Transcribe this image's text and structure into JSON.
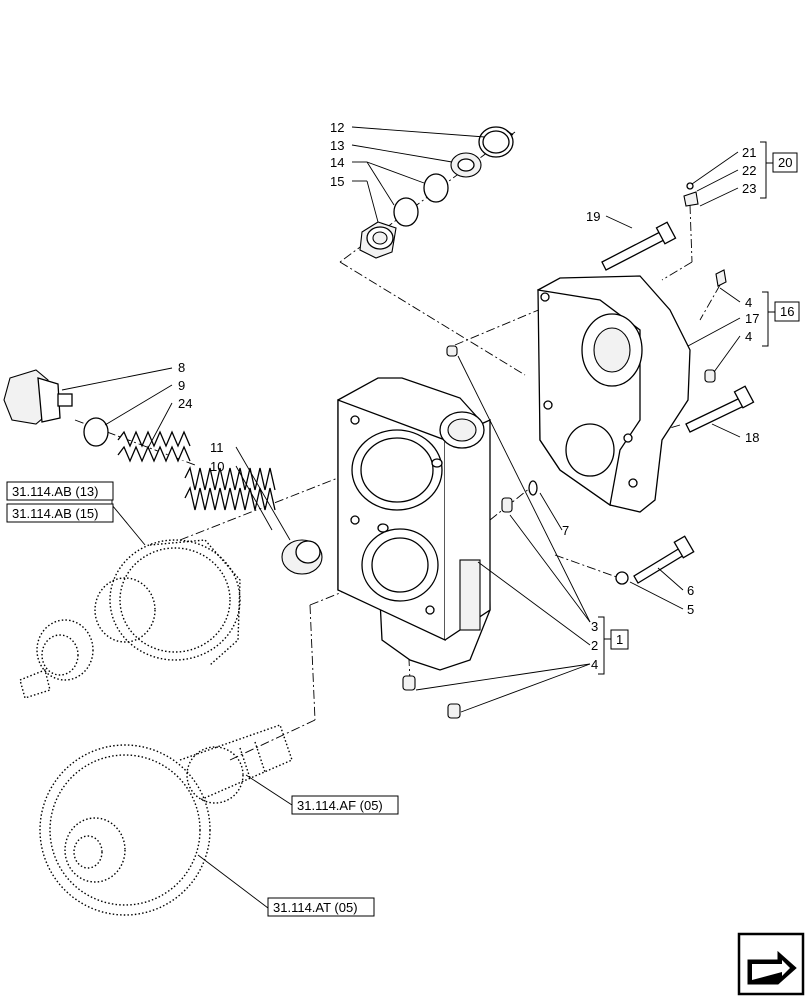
{
  "callouts": {
    "c1": "1",
    "c2": "2",
    "c3": "3",
    "c4a": "4",
    "c4b": "4",
    "c4c": "4",
    "c5": "5",
    "c6": "6",
    "c7": "7",
    "c8": "8",
    "c9": "9",
    "c10": "10",
    "c11": "11",
    "c12": "12",
    "c13": "13",
    "c14": "14",
    "c15": "15",
    "c16": "16",
    "c17": "17",
    "c18": "18",
    "c19": "19",
    "c20": "20",
    "c21": "21",
    "c22": "22",
    "c23": "23",
    "c24": "24"
  },
  "references": {
    "ab13": "31.114.AB (13)",
    "ab15": "31.114.AB (15)",
    "af05": "31.114.AF (05)",
    "at05": "31.114.AT (05)"
  },
  "icons": {
    "nav": "arrow-next-icon"
  }
}
